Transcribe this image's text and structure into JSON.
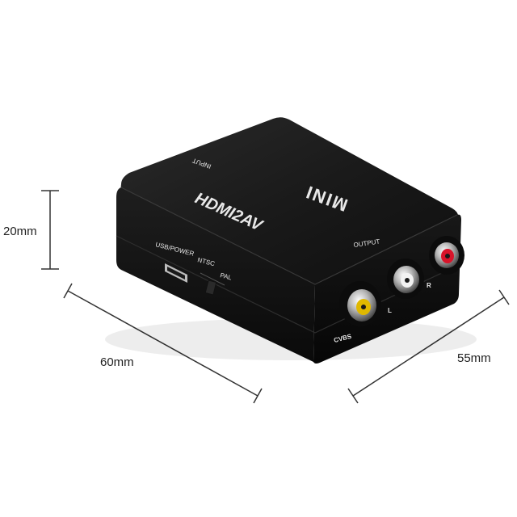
{
  "dimensions": {
    "height_label": "20mm",
    "length_label": "60mm",
    "width_label": "55mm"
  },
  "device": {
    "brand_top": "MINI",
    "model": "HDMI2AV",
    "input_label": "INPUT",
    "output_label": "OUTPUT",
    "usb_label": "USB/POWER",
    "ntsc_label": "NTSC",
    "pal_label": "PAL",
    "cvbs_label": "CVBS",
    "l_label": "L",
    "r_label": "R"
  },
  "colors": {
    "body": "#141414",
    "video_jack": "#e0b800",
    "left_jack": "#f2f2f2",
    "right_jack": "#d8142a"
  }
}
